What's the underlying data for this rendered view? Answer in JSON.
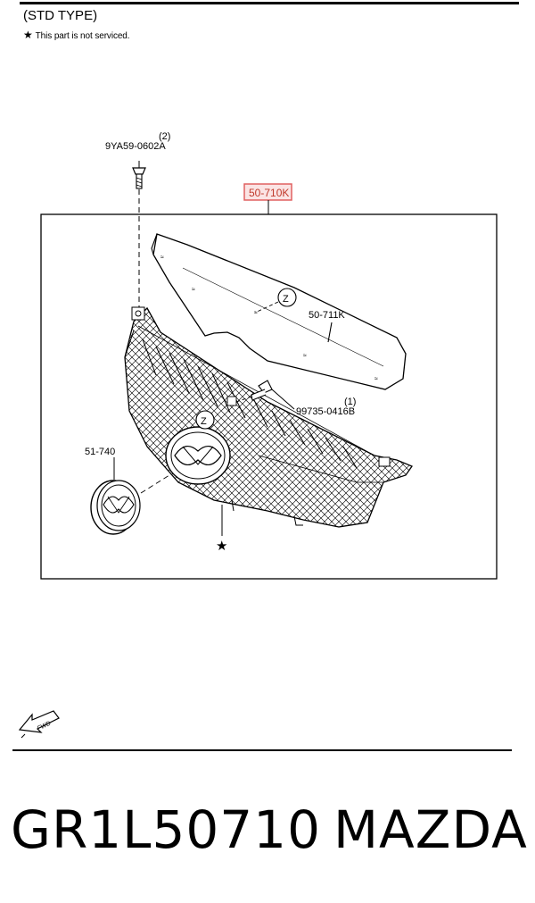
{
  "header": {
    "type_label": "(STD TYPE)",
    "note_symbol": "★",
    "note_text": "This part is not serviced."
  },
  "callouts": {
    "screw_top_qty": "(2)",
    "screw_top_part": "9YA59-0602A",
    "highlight_part": "50-710K",
    "molding_part": "50-711K",
    "screw_mid_qty": "(1)",
    "screw_mid_part": "99735-0416B",
    "emblem_part": "51-740",
    "ref_z": "Z",
    "star": "★"
  },
  "fwd_label": "FWD",
  "footer": {
    "part_number": "GR1L50710",
    "brand": "MAZDA"
  },
  "colors": {
    "highlight": "#e06060",
    "line": "#000000"
  }
}
